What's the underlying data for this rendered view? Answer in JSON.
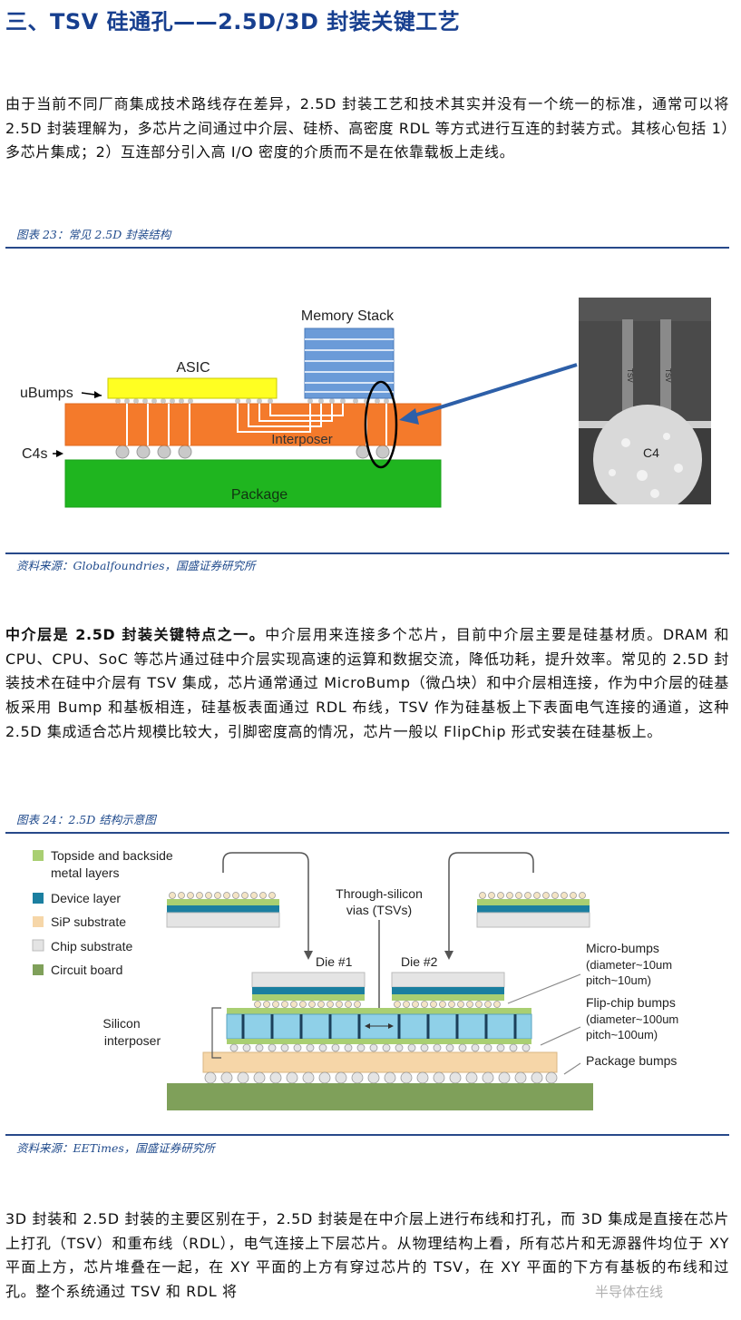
{
  "section_title": "三、TSV 硅通孔——2.5D/3D 封装关键工艺",
  "para1": "由于当前不同厂商集成技术路线存在差异，2.5D 封装工艺和技术其实并没有一个统一的标准，通常可以将 2.5D 封装理解为，多芯片之间通过中介层、硅桥、高密度 RDL 等方式进行互连的封装方式。其核心包括 1）多芯片集成；2）互连部分引入高 I/O 密度的介质而不是在依靠载板上走线。",
  "figure23": {
    "caption": "图表 23：常见 2.5D 封装结构",
    "labels": {
      "memory_stack": "Memory Stack",
      "asic": "ASIC",
      "ubumps": "uBumps",
      "interposer": "Interposer",
      "c4s": "C4s",
      "package": "Package",
      "tsv_left": "TSV",
      "tsv_right": "TSV",
      "c4": "C4"
    },
    "source": "资料来源：Globalfoundries，国盛证券研究所"
  },
  "para2_bold": "中介层是 2.5D 封装关键特点之一。",
  "para2": "中介层用来连接多个芯片，目前中介层主要是硅基材质。DRAM 和 CPU、CPU、SoC 等芯片通过硅中介层实现高速的运算和数据交流，降低功耗，提升效率。常见的 2.5D 封装技术在硅中介层有 TSV 集成，芯片通常通过 MicroBump（微凸块）和中介层相连接，作为中介层的硅基板采用 Bump 和基板相连，硅基板表面通过 RDL 布线，TSV 作为硅基板上下表面电气连接的通道，这种 2.5D 集成适合芯片规模比较大，引脚密度高的情况，芯片一般以 FlipChip 形式安装在硅基板上。",
  "figure24": {
    "caption": "图表 24：2.5D 结构示意图",
    "legend": [
      {
        "label_lines": [
          "Topside and backside",
          "metal layers"
        ],
        "color": "#a9cf72"
      },
      {
        "label_lines": [
          "Device layer"
        ],
        "color": "#1b7fa0"
      },
      {
        "label_lines": [
          "SiP substrate"
        ],
        "color": "#f6d6a8"
      },
      {
        "label_lines": [
          "Chip substrate"
        ],
        "color": "#e4e4e4"
      },
      {
        "label_lines": [
          "Circuit board"
        ],
        "color": "#7fa05a"
      }
    ],
    "labels": {
      "tsv_title": [
        "Through-silicon",
        "vias (TSVs)"
      ],
      "die1": "Die #1",
      "die2": "Die #2",
      "micro_bumps": [
        "Micro-bumps",
        "(diameter~10um",
        "pitch~10um)"
      ],
      "flip_chip": [
        "Flip-chip bumps",
        "(diameter~100um",
        "pitch~100um)"
      ],
      "package_bumps": "Package bumps",
      "silicon_interposer": [
        "Silicon",
        "interposer"
      ]
    },
    "source": "资料来源：EETimes，国盛证券研究所"
  },
  "para3": "3D 封装和 2.5D 封装的主要区别在于，2.5D 封装是在中介层上进行布线和打孔，而 3D 集成是直接在芯片上打孔（TSV）和重布线（RDL），电气连接上下层芯片。从物理结构上看，所有芯片和无源器件均位于 XY 平面上方，芯片堆叠在一起，在 XY 平面的上方有穿过芯片的 TSV，在 XY 平面的下方有基板的布线和过孔。整个系统通过 TSV 和 RDL 将",
  "watermark": "半导体在线"
}
